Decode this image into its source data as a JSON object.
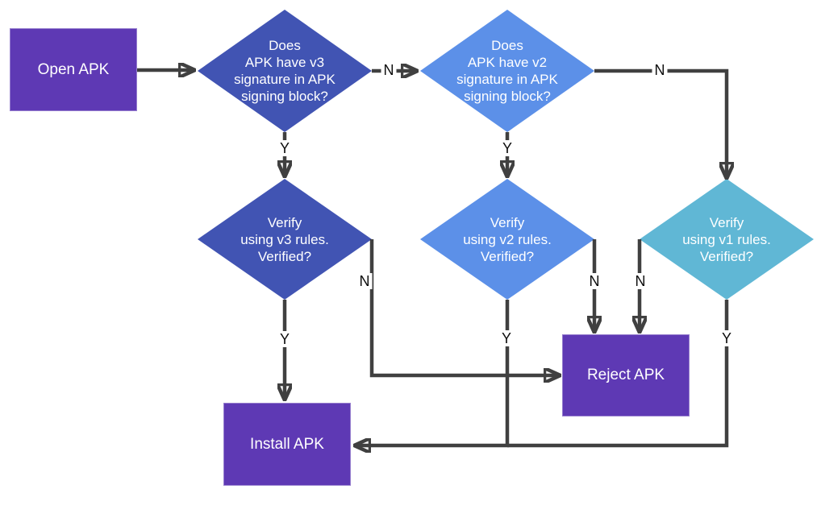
{
  "colors": {
    "background": "#ffffff",
    "purple": "#5e39b4",
    "indigo": "#4154b3",
    "blue": "#5c90e8",
    "teal": "#60b7d5",
    "arrow": "#404040",
    "node-text": "#ffffff",
    "label-text": "#0d0d0d"
  },
  "nodes": {
    "open_apk": {
      "type": "process",
      "label": "Open APK"
    },
    "check_v3": {
      "type": "decision",
      "label": "Does\nAPK have v3\nsignature in APK\nsigning block?"
    },
    "check_v2": {
      "type": "decision",
      "label": "Does\nAPK have v2\nsignature in APK\nsigning block?"
    },
    "verify_v3": {
      "type": "decision",
      "label": "Verify\nusing v3 rules.\nVerified?"
    },
    "verify_v2": {
      "type": "decision",
      "label": "Verify\nusing v2 rules.\nVerified?"
    },
    "verify_v1": {
      "type": "decision",
      "label": "Verify\nusing v1 rules.\nVerified?"
    },
    "reject_apk": {
      "type": "process",
      "label": "Reject APK"
    },
    "install_apk": {
      "type": "process",
      "label": "Install APK"
    }
  },
  "edge_labels": {
    "check_v3_no": "N",
    "check_v3_yes": "Y",
    "check_v2_no": "N",
    "check_v2_yes": "Y",
    "verify_v3_yes": "Y",
    "verify_v3_no": "N",
    "verify_v2_yes": "Y",
    "verify_v2_no": "N",
    "verify_v1_yes": "Y",
    "verify_v1_no": "N"
  }
}
